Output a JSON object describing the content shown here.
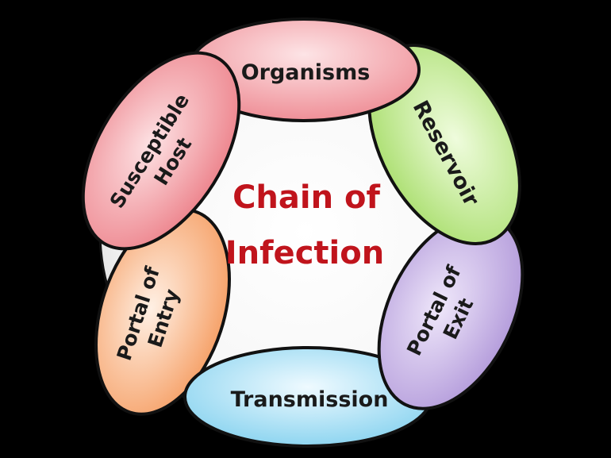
{
  "center": {
    "line1": "Chain  of",
    "line2": "Infection",
    "color": "#c0141c"
  },
  "stages": {
    "organisms": {
      "lines": [
        "Organisms"
      ],
      "color": "#f3a7ad"
    },
    "reservoir": {
      "lines": [
        "Reservoir"
      ],
      "color": "#c9ee9e"
    },
    "portal_exit": {
      "lines": [
        "Portal  of",
        "Exit"
      ],
      "color": "#cbb6e7"
    },
    "transmission": {
      "lines": [
        "Transmission"
      ],
      "color": "#aee3f5"
    },
    "portal_entry": {
      "lines": [
        "Portal  of",
        "Entry"
      ],
      "color": "#f8b98e"
    },
    "host": {
      "lines": [
        "Susceptible",
        "Host"
      ],
      "color": "#f1999f"
    }
  }
}
